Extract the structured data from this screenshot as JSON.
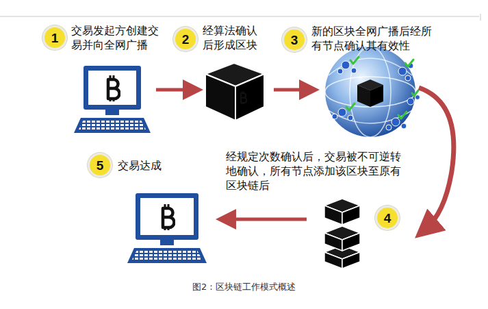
{
  "diagram": {
    "caption": "图2：区块链工作模式概述",
    "nodes": [
      {
        "text": [
          "1"
        ]
      },
      {
        "text": [
          "2"
        ]
      },
      {
        "text": [
          "3"
        ]
      },
      {
        "text": [
          "5"
        ]
      },
      {
        "text": [
          "4"
        ]
      }
    ],
    "labels": [
      "交易发起方创建交易并向全网广播",
      "经算法确认后形成区块",
      "新的区块全网广播后经所有节点确认其有效性",
      "交易达成",
      "经规定次数确认后，交易被不可逆转地确认，所有节点添加该区块至原有区块链后"
    ]
  }
}
